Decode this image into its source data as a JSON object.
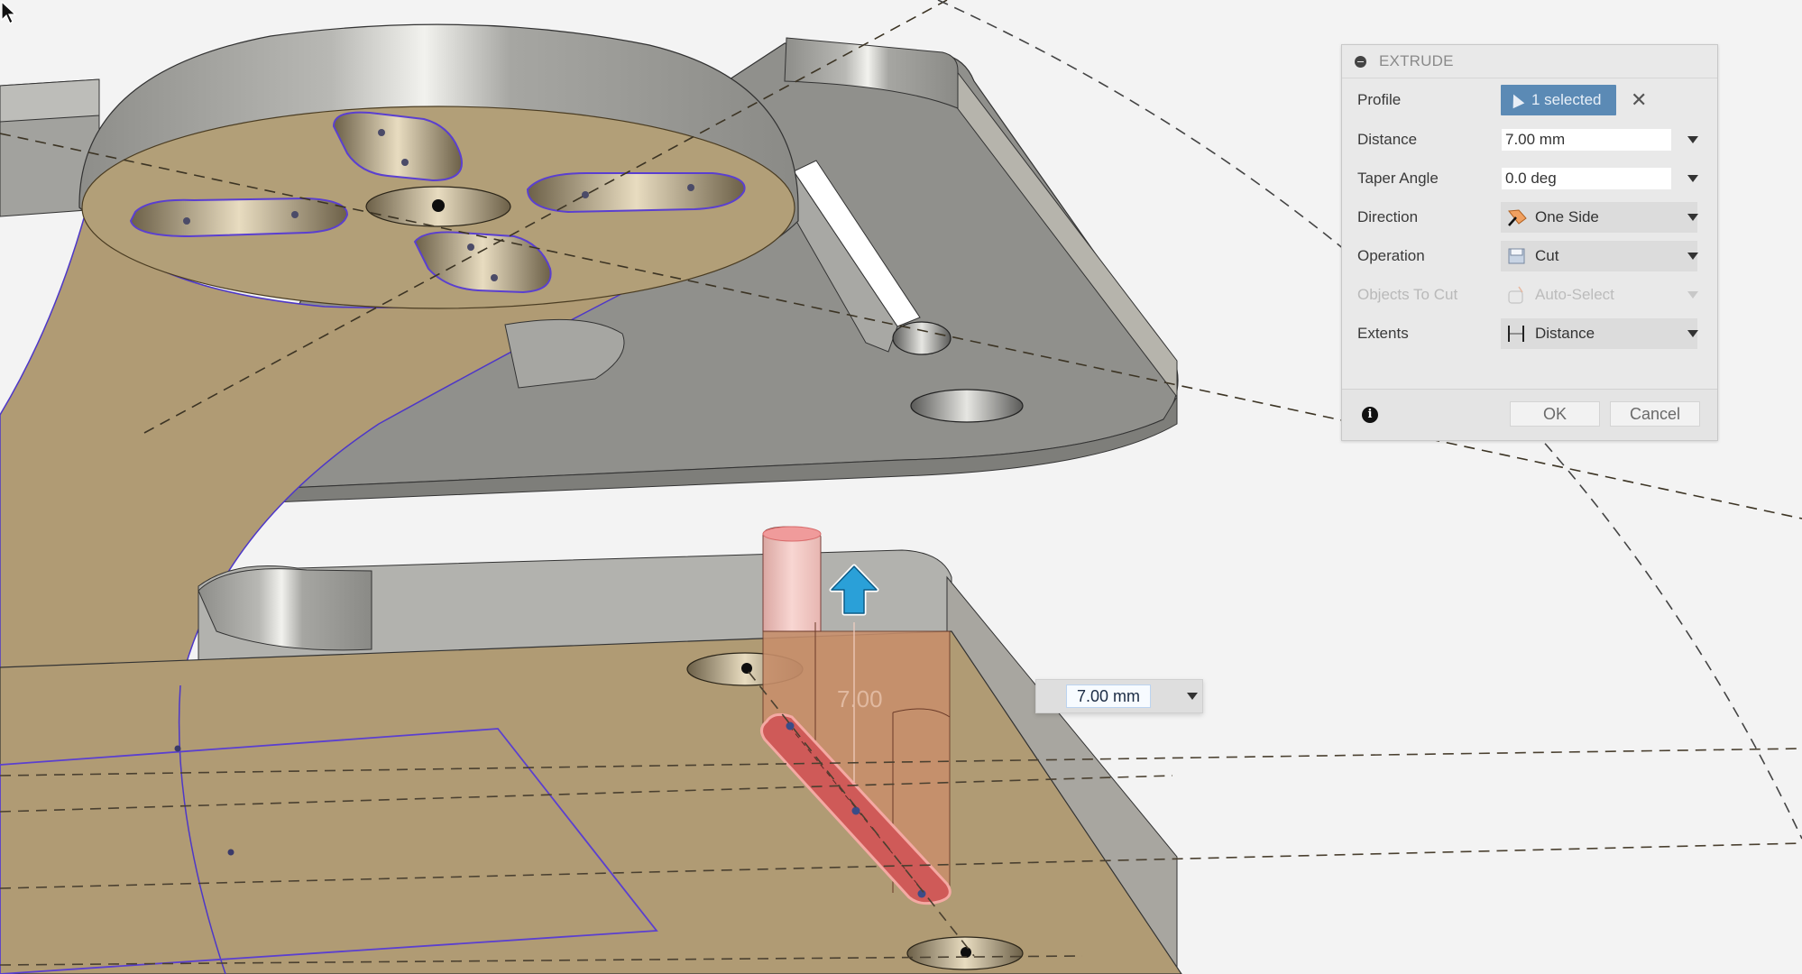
{
  "dialog": {
    "title": "EXTRUDE",
    "rows": [
      {
        "label": "Profile",
        "type": "selection",
        "value": "1 selected",
        "clear_icon": "close-icon"
      },
      {
        "label": "Distance",
        "type": "text-dropdown",
        "value": "7.00 mm"
      },
      {
        "label": "Taper Angle",
        "type": "text-dropdown",
        "value": "0.0 deg"
      },
      {
        "label": "Direction",
        "type": "dropdown",
        "value": "One Side",
        "icon": "one-side-direction-icon"
      },
      {
        "label": "Operation",
        "type": "dropdown",
        "value": "Cut",
        "icon": "cut-operation-icon"
      },
      {
        "label": "Objects To Cut",
        "type": "dropdown",
        "value": "Auto-Select",
        "icon": "auto-select-icon",
        "disabled": true
      },
      {
        "label": "Extents",
        "type": "dropdown",
        "value": "Distance",
        "icon": "distance-extents-icon"
      }
    ],
    "ok_label": "OK",
    "cancel_label": "Cancel",
    "info_glyph": "i"
  },
  "viewport": {
    "dimension_input": {
      "value": "7.00 mm"
    },
    "dimension_label_ghost": "7.00",
    "colors": {
      "background": "#f3f3f3",
      "body_gray": "#9a9a96",
      "body_top_gray": "#8f8f8b",
      "sketch_face_tan": "#b09b74",
      "sketch_profile_line": "#5a3fd0",
      "extrude_preview": "#d07b62",
      "selected_profile": "#d24f4f",
      "manipulator_arrow": "#2a9fd6"
    }
  }
}
